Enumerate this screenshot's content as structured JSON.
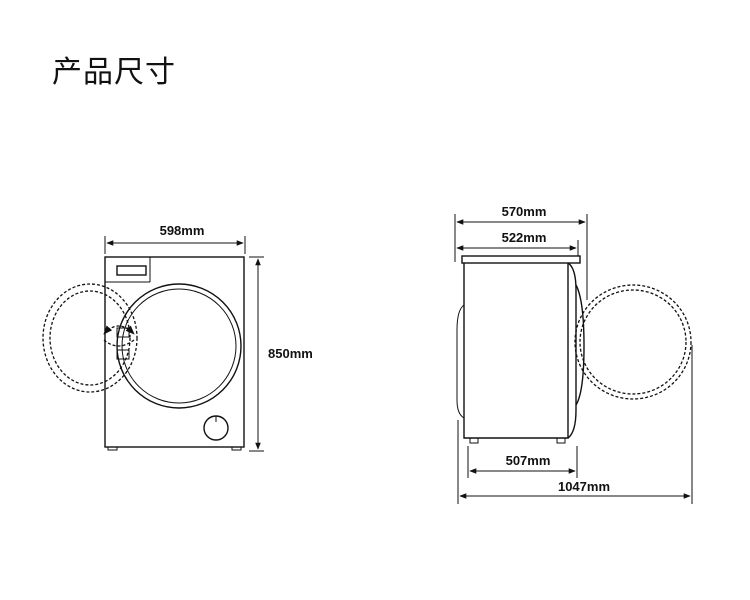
{
  "title": "产品尺寸",
  "dimensions": {
    "front_width": "598mm",
    "front_height": "850mm",
    "side_depth_top": "570mm",
    "side_depth_body": "522mm",
    "side_depth_base": "507mm",
    "side_depth_door_open": "1047mm"
  }
}
